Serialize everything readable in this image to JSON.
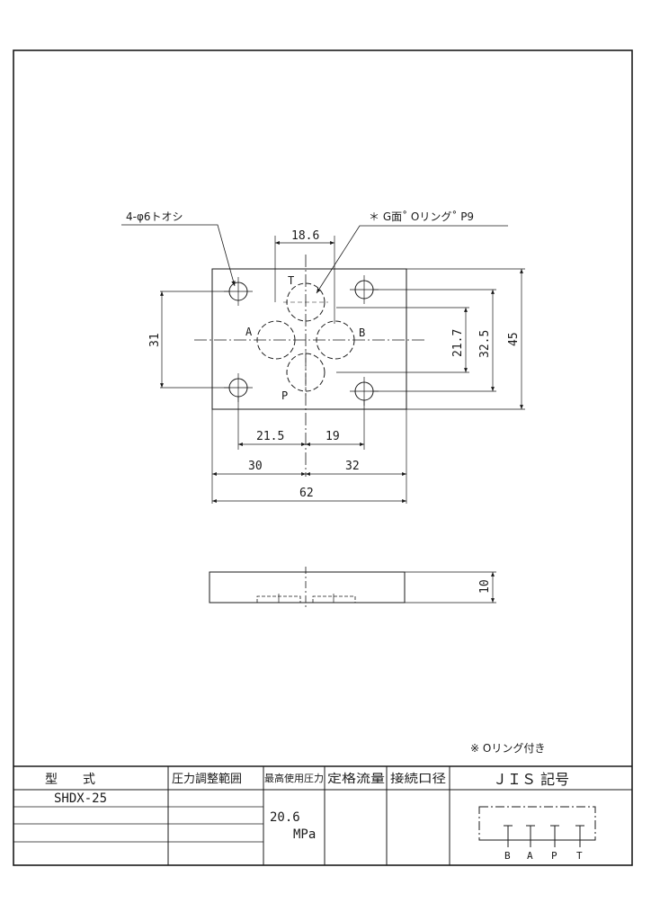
{
  "drawing": {
    "callout_holes": "4-φ6トオシ",
    "callout_oring": "＊ G面˚ Oリング˚ P9",
    "port_labels": {
      "t": "T",
      "a": "A",
      "b": "B",
      "p": "P"
    },
    "dims": {
      "d18_6": "18.6",
      "d31": "31",
      "d21_7": "21.7",
      "d32_5": "32.5",
      "d45": "45",
      "d21_5": "21.5",
      "d19": "19",
      "d30": "30",
      "d32": "32",
      "d62": "62",
      "d10": "10"
    }
  },
  "note": "※ Oリング付き",
  "spec_table": {
    "headers": {
      "model": "型　　式",
      "pressure_range": "圧力調整範囲",
      "max_pressure": "最高使用圧力",
      "rated_flow": "定格流量",
      "port_size": "接続口径",
      "jis": "ＪＩＳ 記号"
    },
    "model": "SHDX-25",
    "max_pressure_value": "20.6",
    "max_pressure_unit": "MPa",
    "jis_ports": [
      "B",
      "A",
      "P",
      "T"
    ]
  }
}
